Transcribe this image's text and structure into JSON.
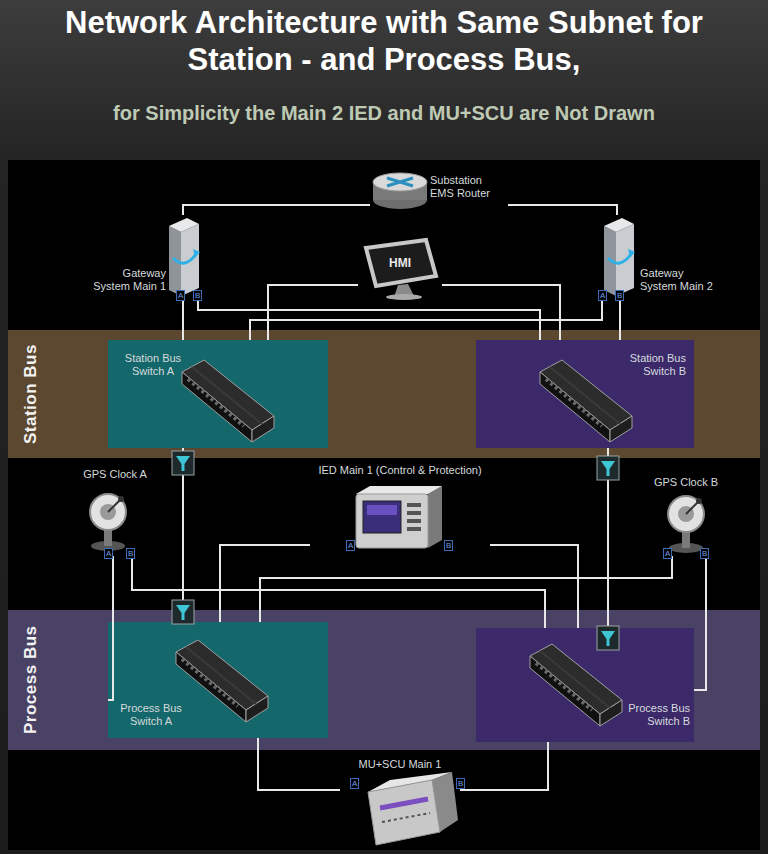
{
  "diagram": {
    "title": "Network Architecture with Same Subnet for Station - and Process Bus,",
    "caption": "for Simplicity the Main 2 IED and MU+SCU are Not Drawn",
    "nodes": [
      {
        "text": [
          "Substation EMS Router"
        ]
      },
      {
        "text": [
          "Gateway System Main 1"
        ]
      },
      {
        "text": [
          "Gateway System Main 2"
        ]
      },
      {
        "text": [
          "HMI"
        ]
      },
      {
        "text": [
          "Station Bus"
        ]
      },
      {
        "text": [
          "Station Bus Switch A"
        ],
        "in": 4
      },
      {
        "text": [
          "Station Bus Switch B"
        ],
        "in": 4
      },
      {
        "text": [
          "GPS Clock A"
        ]
      },
      {
        "text": [
          "IED Main 1 (Control & Protection)"
        ]
      },
      {
        "text": [
          "GPS Clock B"
        ]
      },
      {
        "text": [
          "Process Bus"
        ]
      },
      {
        "text": [
          "Process Bus Switch A"
        ],
        "in": 10
      },
      {
        "text": [
          "Process Bus Switch B"
        ],
        "in": 10
      },
      {
        "text": [
          "MU+SCU Main 1"
        ]
      }
    ],
    "edges": [
      {
        "from": 0,
        "to": 1,
        "arrow": "none"
      },
      {
        "from": 0,
        "to": 2,
        "arrow": "none"
      },
      {
        "from": 1,
        "to": 5,
        "arrow": "none"
      },
      {
        "from": 1,
        "to": 6,
        "arrow": "none"
      },
      {
        "from": 2,
        "to": 5,
        "arrow": "none"
      },
      {
        "from": 2,
        "to": 6,
        "arrow": "none"
      },
      {
        "from": 3,
        "to": 5,
        "arrow": "none"
      },
      {
        "from": 3,
        "to": 6,
        "arrow": "none"
      },
      {
        "from": 5,
        "to": 11,
        "arrow": "none"
      },
      {
        "from": 6,
        "to": 12,
        "arrow": "none"
      },
      {
        "from": 7,
        "to": 11,
        "arrow": "none"
      },
      {
        "from": 7,
        "to": 12,
        "arrow": "none"
      },
      {
        "from": 9,
        "to": 12,
        "arrow": "none"
      },
      {
        "from": 9,
        "to": 11,
        "arrow": "none"
      },
      {
        "from": 8,
        "to": 11,
        "arrow": "none"
      },
      {
        "from": 8,
        "to": 12,
        "arrow": "none"
      },
      {
        "from": 13,
        "to": 11,
        "arrow": "none"
      },
      {
        "from": 13,
        "to": 12,
        "arrow": "none"
      }
    ],
    "labels": [
      "A",
      "B",
      "A",
      "B",
      "A",
      "B",
      "A",
      "B",
      "A",
      "B",
      "A",
      "B"
    ]
  }
}
